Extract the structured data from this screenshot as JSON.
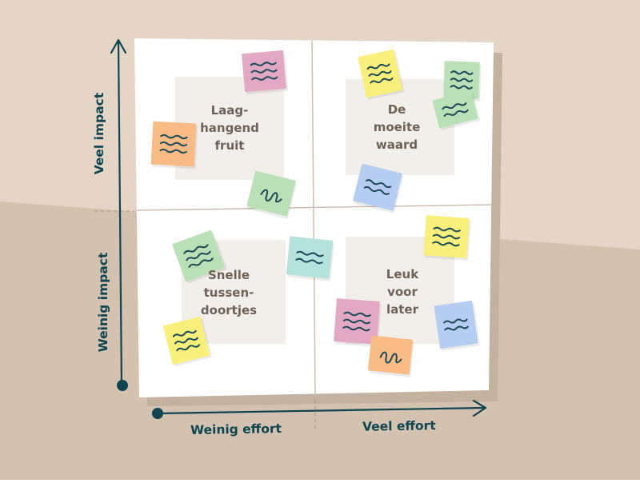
{
  "quadrants": {
    "top_left": {
      "lines": [
        "Laag-",
        "hangend",
        "fruit"
      ]
    },
    "top_right": {
      "lines": [
        "De",
        "moeite",
        "waard"
      ]
    },
    "bottom_left": {
      "lines": [
        "Snelle",
        "tussen-",
        "doortjes"
      ]
    },
    "bottom_right": {
      "lines": [
        "Leuk",
        "voor",
        "later"
      ]
    }
  },
  "axes": {
    "y_high": "Veel impact",
    "y_low": "Weinig impact",
    "x_low": "Weinig effort",
    "x_high": "Veel effort"
  },
  "colors": {
    "background_upper": "#e5d5c6",
    "background_lower": "#d4c2b0",
    "board": "#ffffff",
    "board_shadow": "#c4b2a1",
    "quadrant_panel": "#f2efea",
    "axis": "#0f4450",
    "label_text": "#6f6258",
    "sticky_pink": "#e3a8c3",
    "sticky_orange": "#f8bb85",
    "sticky_yellow": "#f8f07a",
    "sticky_green": "#b9e0b6",
    "sticky_blue": "#b5cdf0",
    "sticky_teal": "#b6e2de",
    "scribble": "#1f4b58"
  }
}
